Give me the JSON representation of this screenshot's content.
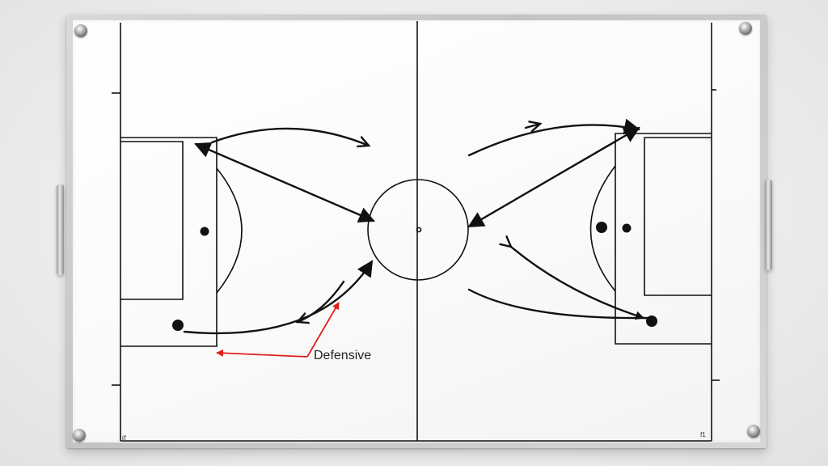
{
  "board": {
    "annotation": "Defensive",
    "annotation_color": "#e0201c",
    "line_color": "#111111",
    "corner_mark_left": "ℓf",
    "corner_mark_right": "f1"
  }
}
